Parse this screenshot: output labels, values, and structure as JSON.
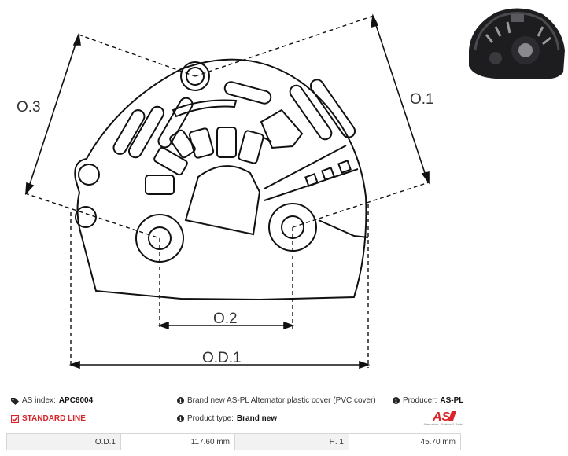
{
  "dimensions": {
    "od1": "O.D.1",
    "o1": "O.1",
    "o2": "O.2",
    "o3": "O.3"
  },
  "info": {
    "as_index_label": "AS index:",
    "as_index_value": "APC6004",
    "description": "Brand new AS-PL Alternator plastic cover (PVC cover)",
    "producer_label": "Producer:",
    "producer_value": "AS-PL",
    "line_label": "STANDARD LINE",
    "product_type_label": "Product type:",
    "product_type_value": "Brand new"
  },
  "logo": {
    "text": "AS",
    "subtitle": "Alternators, Starters & Parts",
    "color": "#d8242a"
  },
  "specs": [
    {
      "label": "O.D.1",
      "value": "117.60 mm"
    },
    {
      "label": "H. 1",
      "value": "45.70 mm"
    }
  ]
}
